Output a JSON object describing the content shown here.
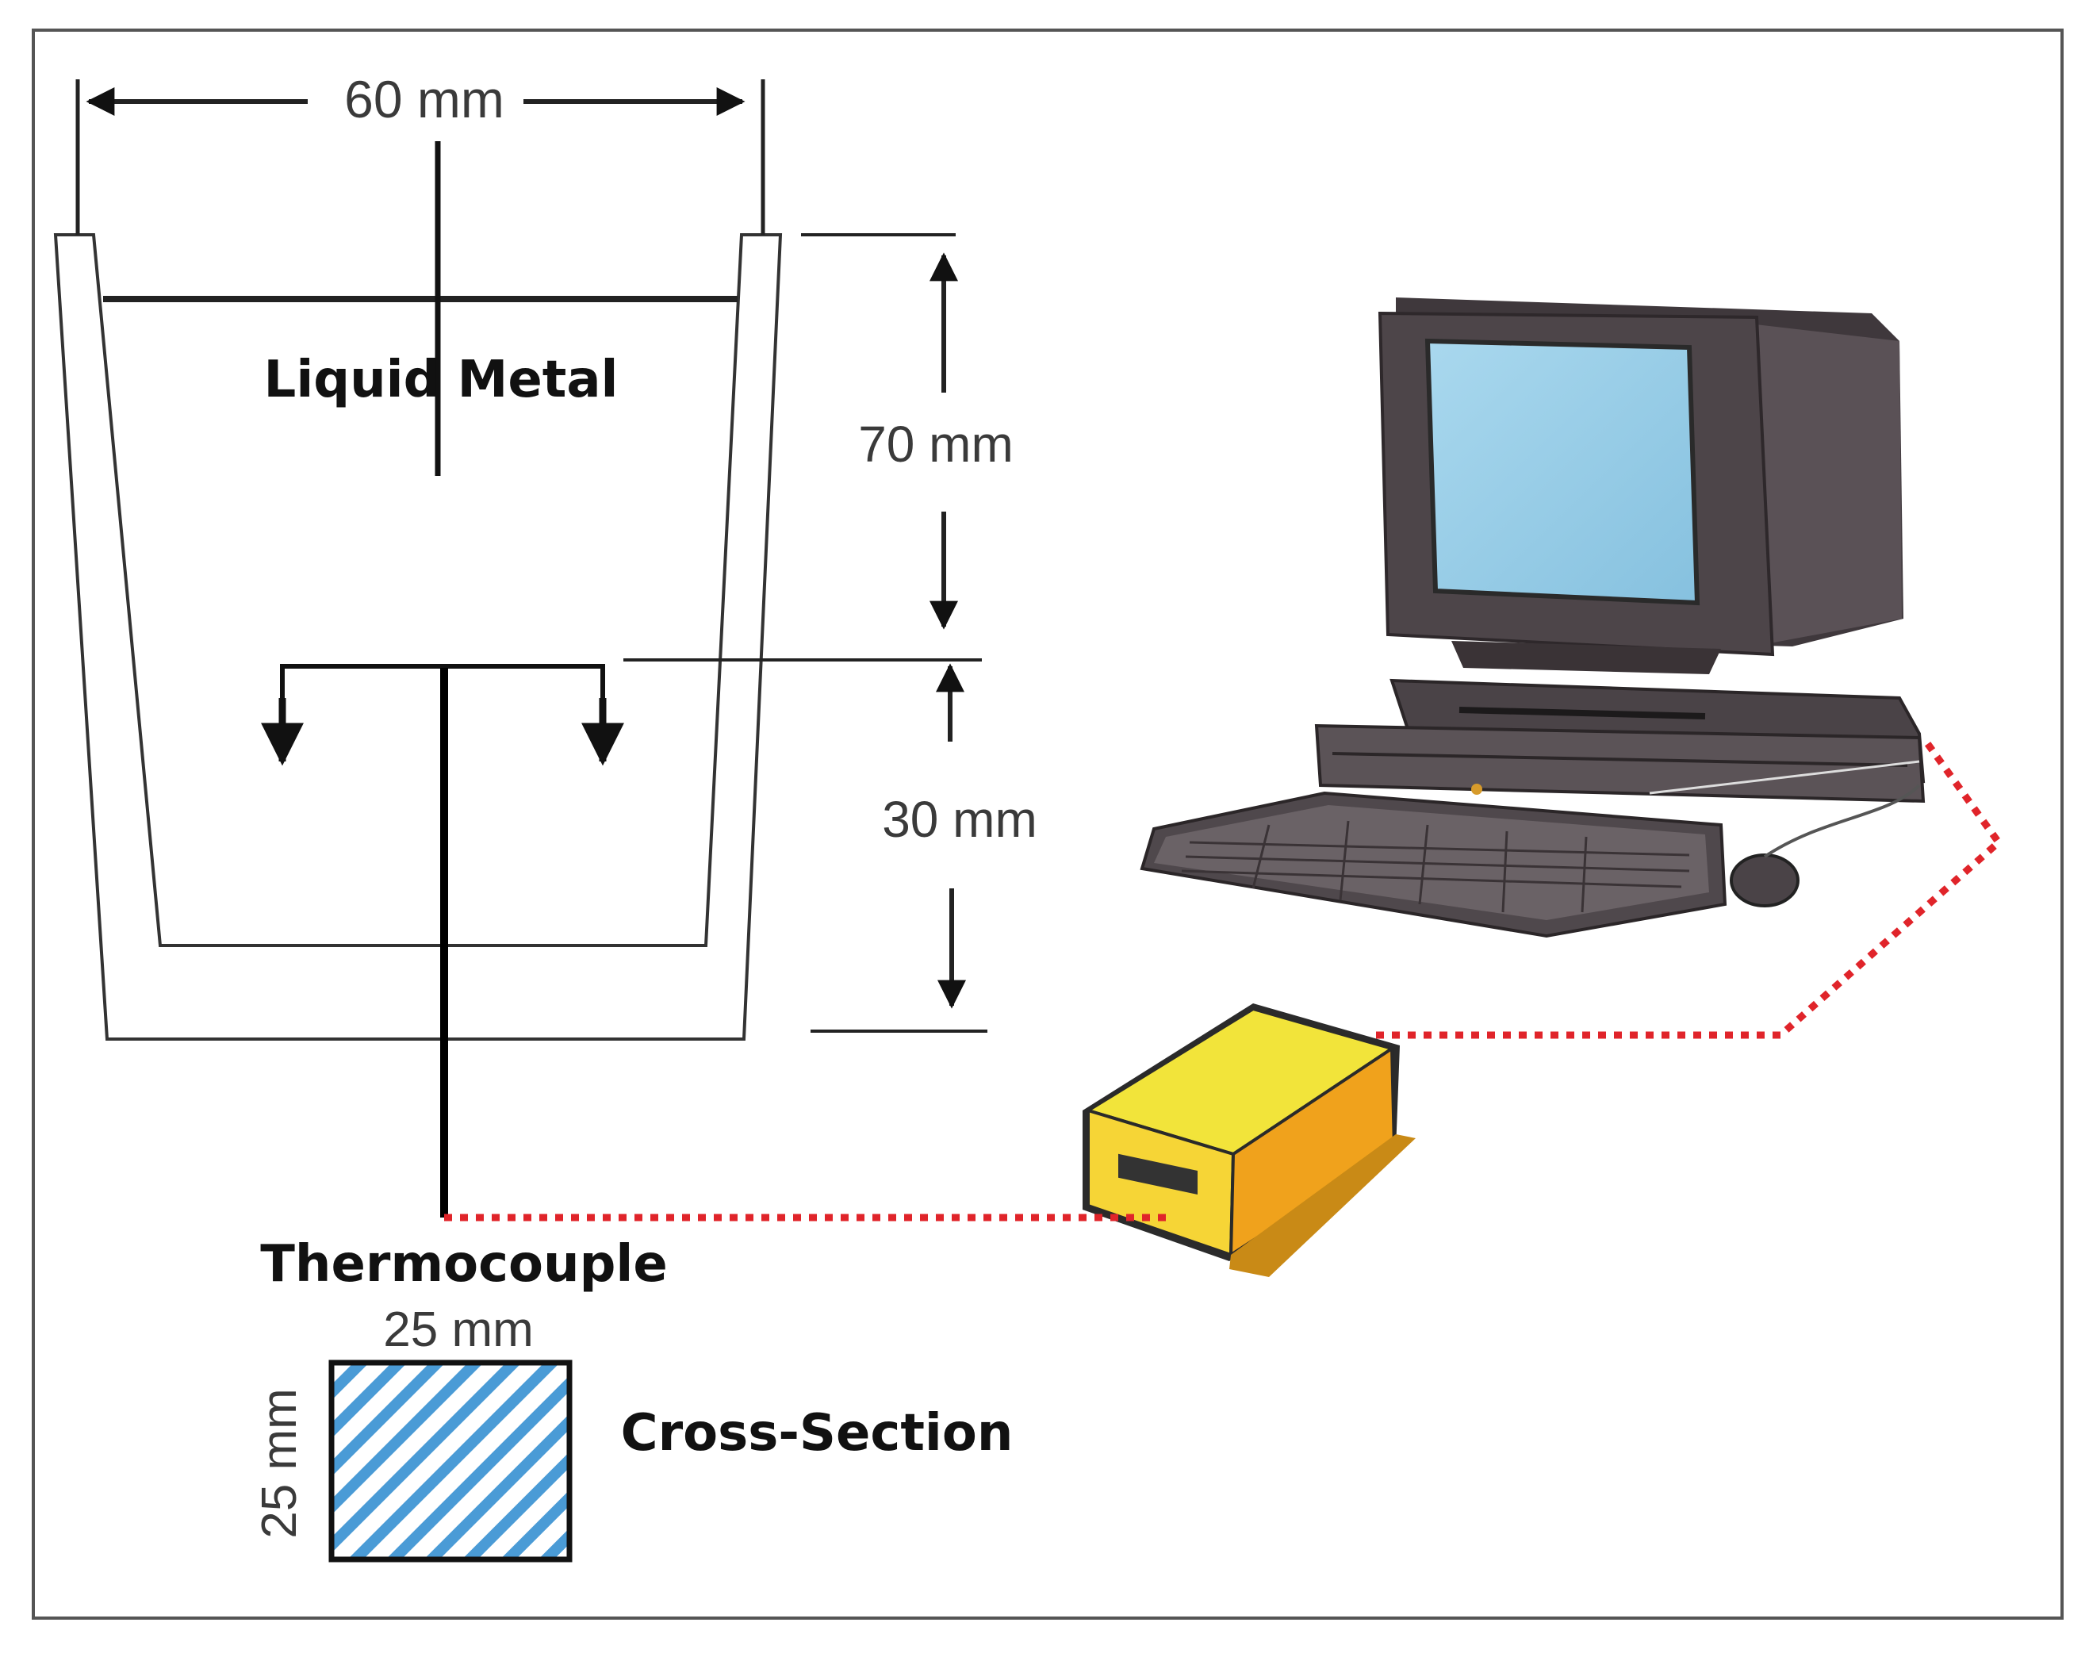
{
  "labels": {
    "width_top": "60 mm",
    "liquid_metal": "Liquid Metal",
    "height_upper": "70 mm",
    "height_lower": "30 mm",
    "thermocouple": "Thermocouple",
    "cs_width": "25 mm",
    "cs_height": "25 mm",
    "cross_section": "Cross-Section"
  },
  "colors": {
    "line": "#222222",
    "wire": "#e0242a",
    "hatch": "#4a9bd6",
    "screen": "#9ccfe6",
    "daq_top": "#f2e43a",
    "daq_side": "#f0a21c",
    "computer_body": "#4a4347"
  },
  "icons": {
    "computer": "desktop-computer-icon",
    "daq": "data-acquisition-unit-icon"
  }
}
